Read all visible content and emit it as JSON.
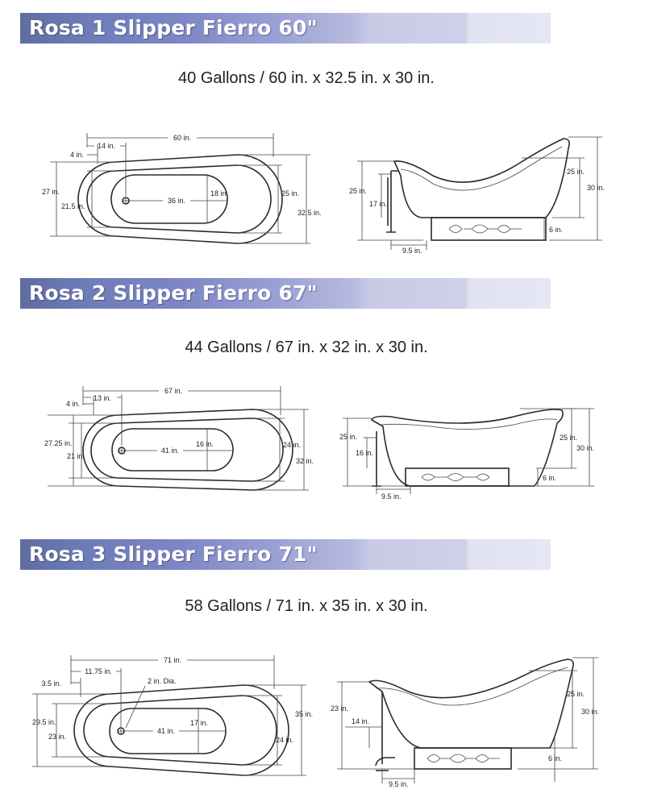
{
  "models": [
    {
      "title": "Rosa 1 Slipper Fierro 60\"",
      "spec": "40 Gallons / 60 in. x 32.5 in. x 30 in.",
      "top": {
        "length": "60 in.",
        "offset_a": "14 in.",
        "offset_b": "4 in.",
        "width_outer_left": "27 in.",
        "width_inner_left": "21.5 in.",
        "basin_length": "36 in.",
        "basin_width": "18 in.",
        "width_right_inner": "25 in.",
        "width_right_outer": "32.5 in."
      },
      "side": {
        "height_left": "25 in.",
        "faucet_height": "17 in.",
        "height_right": "25 in.",
        "height_total": "30 in.",
        "base_height": "6 in.",
        "drain_offset": "9.5 in."
      }
    },
    {
      "title": "Rosa 2 Slipper Fierro 67\"",
      "spec": "44 Gallons / 67 in. x 32 in. x 30 in.",
      "top": {
        "length": "67 in.",
        "offset_a": "13 in.",
        "offset_b": "4 in.",
        "width_outer_left": "27.25 in.",
        "width_inner_left": "21 in.",
        "basin_length": "41 in.",
        "basin_width": "16 in.",
        "width_right_inner": "24 in.",
        "width_right_outer": "32 in."
      },
      "side": {
        "height_left": "25 in.",
        "faucet_height": "16 in.",
        "height_right": "25 in.",
        "height_total": "30 in.",
        "base_height": "6 in.",
        "drain_offset": "9.5 in."
      }
    },
    {
      "title": "Rosa 3 Slipper Fierro 71\"",
      "spec": "58 Gallons / 71 in. x 35 in. x 30 in.",
      "top": {
        "length": "71 in.",
        "offset_a": "11.75 in.",
        "offset_b": "3.5 in.",
        "drain_dia": "2 in. Dia.",
        "width_outer_left": "29.5 in.",
        "width_inner_left": "23 in.",
        "basin_length": "41 in.",
        "basin_width": "17 in.",
        "width_right_inner": "24 in.",
        "width_right_outer": "35 in."
      },
      "side": {
        "height_left": "23 in.",
        "faucet_height": "14 in.",
        "height_right": "25 in.",
        "height_total": "30 in.",
        "base_height": "6 in.",
        "drain_offset": "9.5 in."
      }
    }
  ]
}
